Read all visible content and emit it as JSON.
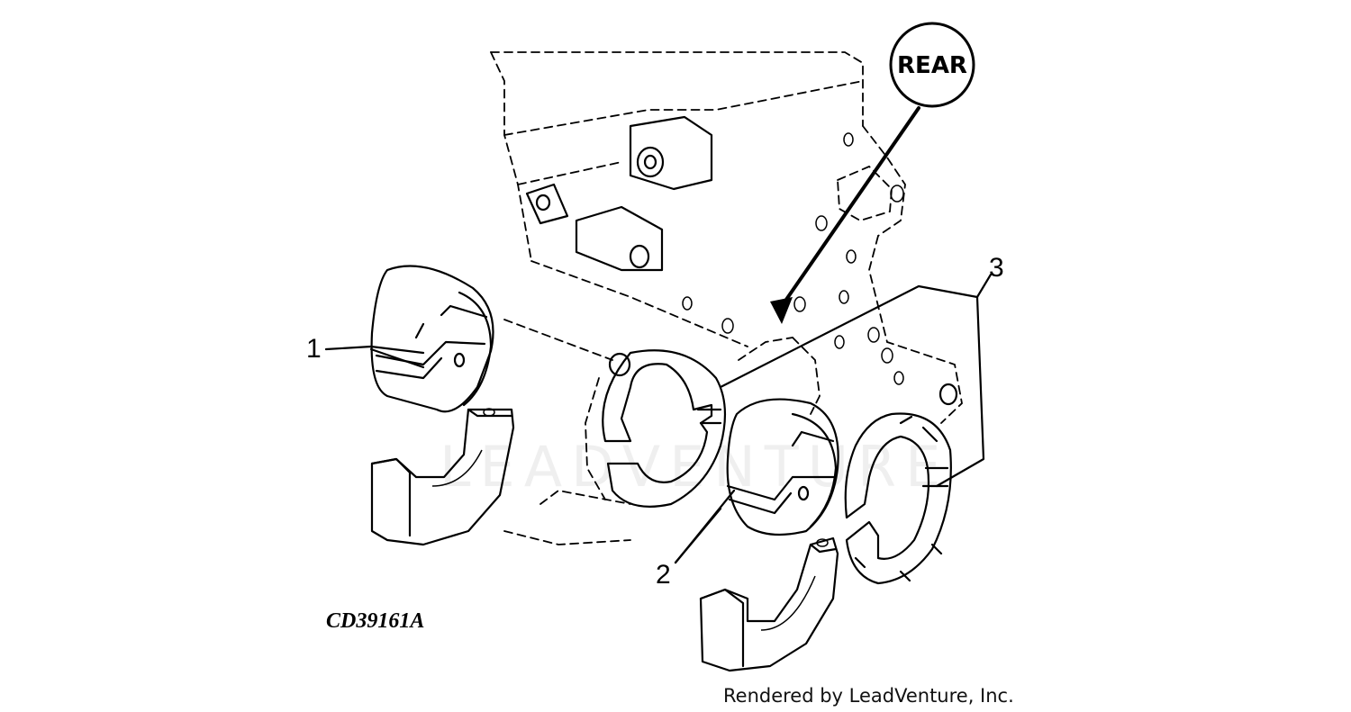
{
  "diagram": {
    "rear_label": "REAR",
    "callouts": [
      "1",
      "2",
      "3"
    ],
    "figure_id": "CD39161A",
    "credit": "Rendered by LeadVenture, Inc.",
    "watermark": "LEADVENTURE"
  }
}
